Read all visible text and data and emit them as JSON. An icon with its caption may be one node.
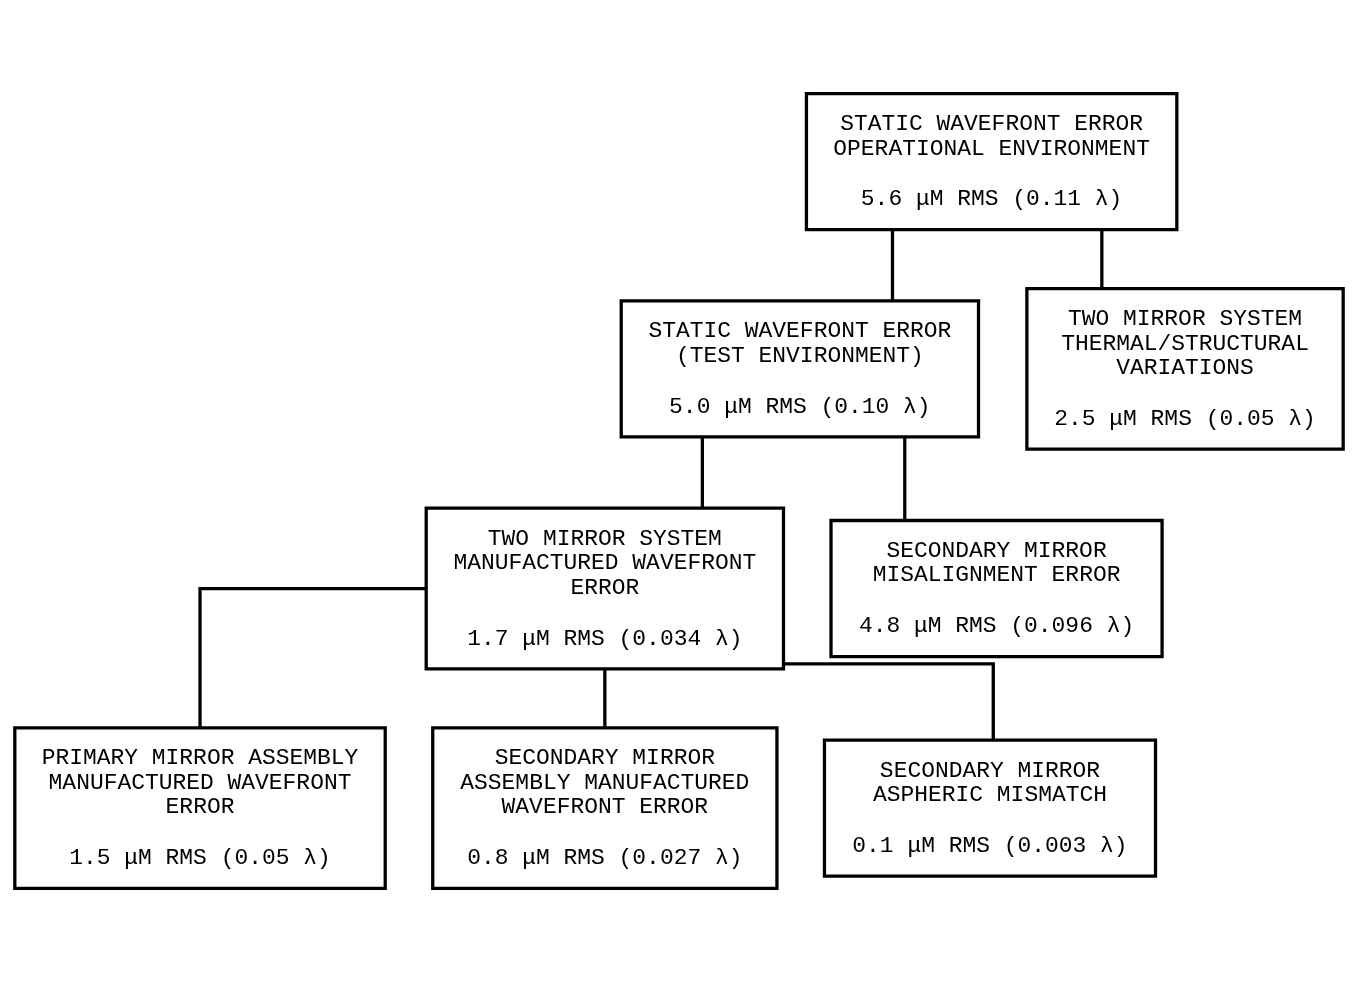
{
  "diagram": {
    "nodes": [
      {
        "text": [
          "STATIC WAVEFRONT ERROR OPERATIONAL ENVIRONMENT",
          "5.6 μM RMS (0.11 λ)"
        ]
      },
      {
        "text": [
          "STATIC WAVEFRONT ERROR (TEST ENVIRONMENT)",
          "5.0 μM RMS (0.10 λ)"
        ]
      },
      {
        "text": [
          "TWO MIRROR SYSTEM THERMAL/STRUCTURAL VARIATIONS",
          "2.5 μM RMS (0.05 λ)"
        ]
      },
      {
        "text": [
          "TWO MIRROR SYSTEM MANUFACTURED WAVEFRONT ERROR",
          "1.7 μM RMS (0.034 λ)"
        ]
      },
      {
        "text": [
          "SECONDARY MIRROR MISALIGNMENT ERROR",
          "4.8 μM RMS (0.096 λ)"
        ]
      },
      {
        "text": [
          "PRIMARY MIRROR ASSEMBLY MANUFACTURED WAVEFRONT ERROR",
          "1.5 μM RMS (0.05 λ)"
        ]
      },
      {
        "text": [
          "SECONDARY MIRROR ASSEMBLY MANUFACTURED WAVEFRONT ERROR",
          "0.8 μM RMS (0.027 λ)"
        ]
      },
      {
        "text": [
          "SECONDARY MIRROR ASPHERIC MISMATCH",
          "0.1 μM RMS (0.003 λ)"
        ]
      }
    ],
    "edges": [
      {
        "from": 0,
        "to": 1,
        "arrow": "none"
      },
      {
        "from": 0,
        "to": 2,
        "arrow": "none"
      },
      {
        "from": 1,
        "to": 3,
        "arrow": "none"
      },
      {
        "from": 1,
        "to": 4,
        "arrow": "none"
      },
      {
        "from": 3,
        "to": 5,
        "arrow": "none"
      },
      {
        "from": 3,
        "to": 6,
        "arrow": "none"
      },
      {
        "from": 3,
        "to": 7,
        "arrow": "none"
      }
    ]
  }
}
